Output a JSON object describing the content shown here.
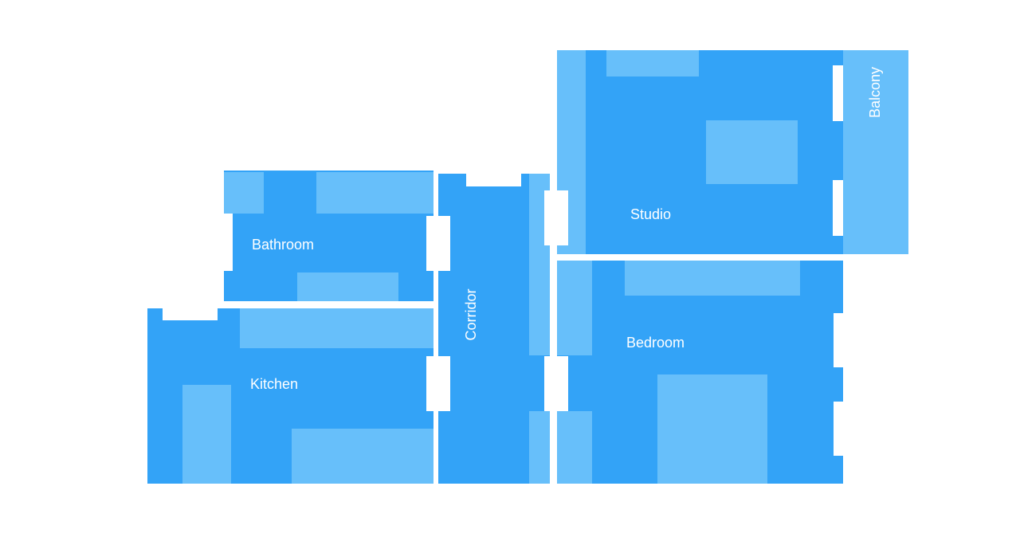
{
  "colors": {
    "room_fill": "#33a3f7",
    "furniture_fill": "#67bffa",
    "opening_fill": "#ffffff",
    "background": "#ffffff",
    "label_color": "#ffffff"
  },
  "rooms": {
    "bathroom": {
      "label": "Bathroom"
    },
    "kitchen": {
      "label": "Kitchen"
    },
    "corridor": {
      "label": "Corridor"
    },
    "studio": {
      "label": "Studio"
    },
    "balcony": {
      "label": "Balcony"
    },
    "bedroom": {
      "label": "Bedroom"
    }
  }
}
